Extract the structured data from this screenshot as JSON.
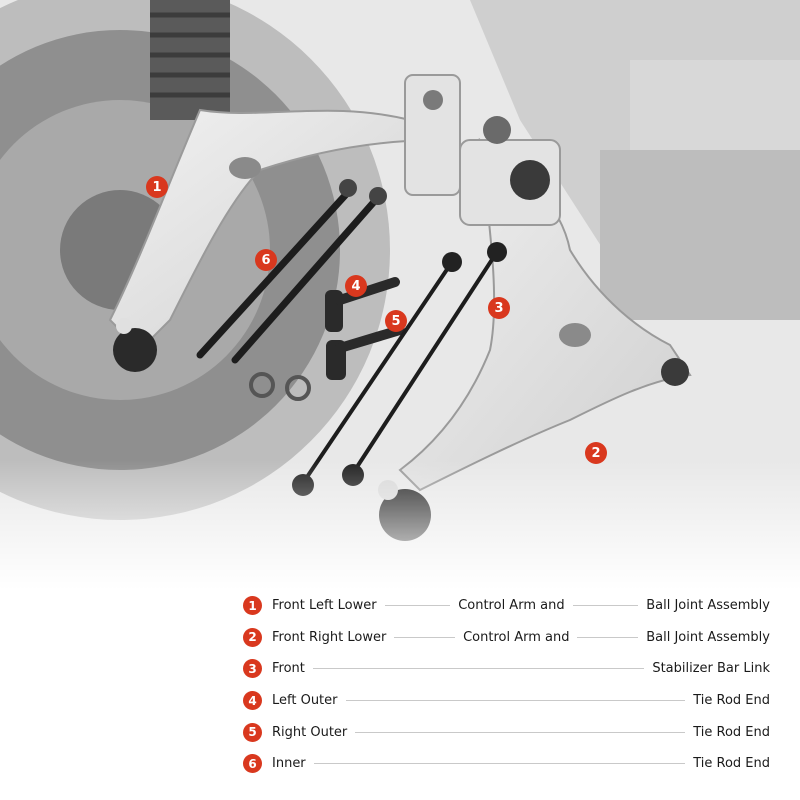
{
  "theme": {
    "accent": "#d9381e",
    "text": "#1a1a1a"
  },
  "markers": [
    {
      "num": "1"
    },
    {
      "num": "2"
    },
    {
      "num": "3"
    },
    {
      "num": "4"
    },
    {
      "num": "5"
    },
    {
      "num": "6"
    }
  ],
  "legend": [
    {
      "num": "1",
      "parts": [
        "Front Left Lower",
        "Control Arm and",
        "Ball Joint Assembly"
      ]
    },
    {
      "num": "2",
      "parts": [
        "Front Right Lower",
        "Control Arm and",
        "Ball Joint Assembly"
      ]
    },
    {
      "num": "3",
      "parts": [
        "Front",
        "Stabilizer Bar Link"
      ]
    },
    {
      "num": "4",
      "parts": [
        "Left Outer",
        "Tie Rod End"
      ]
    },
    {
      "num": "5",
      "parts": [
        "Right Outer",
        "Tie Rod End"
      ]
    },
    {
      "num": "6",
      "parts": [
        "Inner",
        "Tie Rod End"
      ]
    }
  ]
}
